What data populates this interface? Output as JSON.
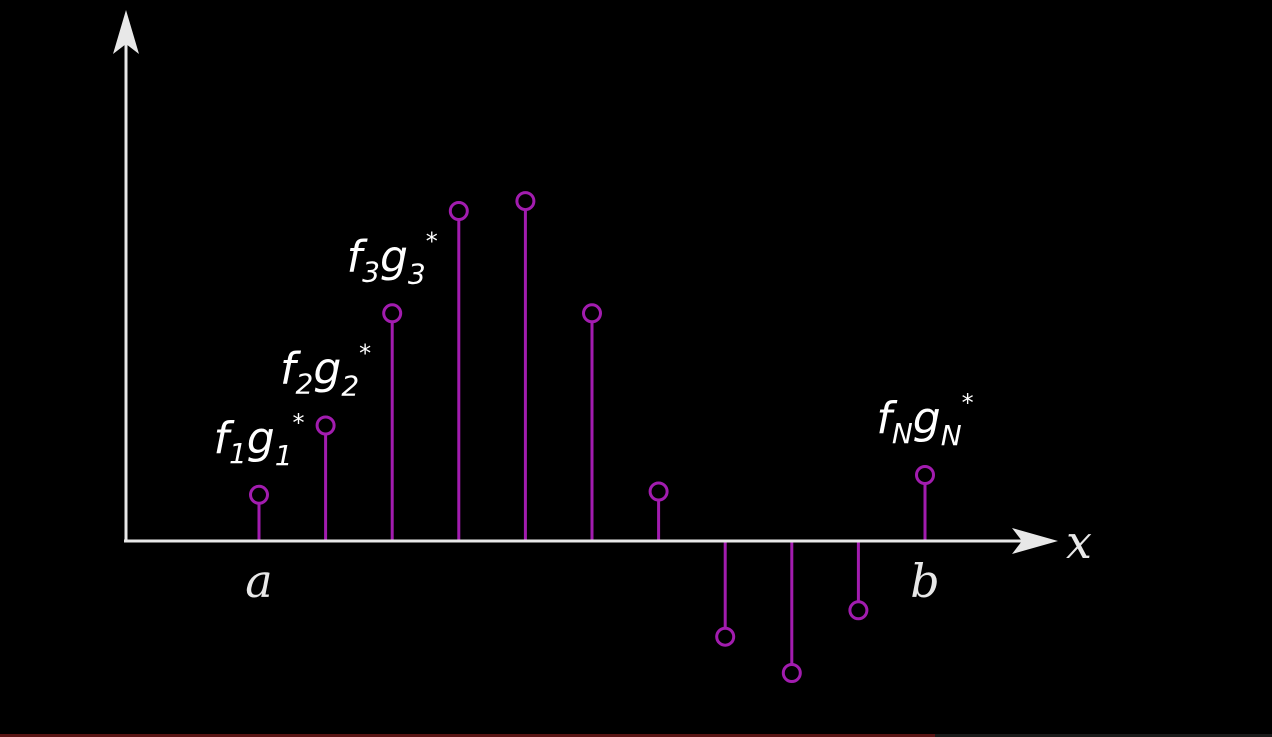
{
  "colors": {
    "background": "#000000",
    "axis": "#e8e8e8",
    "stem": "#a21caf",
    "label": "#ffffff"
  },
  "axes": {
    "x_label": "x",
    "left_endpoint_label": "a",
    "right_endpoint_label": "b"
  },
  "chart_data": {
    "type": "stem",
    "y_unit": "relative",
    "samples": [
      {
        "index": 1,
        "value": 1.4
      },
      {
        "index": 2,
        "value": 3.5
      },
      {
        "index": 3,
        "value": 6.9
      },
      {
        "index": 4,
        "value": 10.0
      },
      {
        "index": 5,
        "value": 10.3
      },
      {
        "index": 6,
        "value": 6.9
      },
      {
        "index": 7,
        "value": 1.5
      },
      {
        "index": 8,
        "value": -2.9
      },
      {
        "index": 9,
        "value": -4.0
      },
      {
        "index": 10,
        "value": -2.1
      },
      {
        "index": 11,
        "value": 2.0
      }
    ],
    "annotations": [
      {
        "sample_index": 1,
        "f": "f",
        "f_sub": "1",
        "g": "g",
        "g_sub": "1",
        "star": "*"
      },
      {
        "sample_index": 2,
        "f": "f",
        "f_sub": "2",
        "g": "g",
        "g_sub": "2",
        "star": "*"
      },
      {
        "sample_index": 3,
        "f": "f",
        "f_sub": "3",
        "g": "g",
        "g_sub": "3",
        "star": "*"
      },
      {
        "sample_index": 11,
        "f": "f",
        "f_sub": "N",
        "g": "g",
        "g_sub": "N",
        "star": "*"
      }
    ]
  }
}
